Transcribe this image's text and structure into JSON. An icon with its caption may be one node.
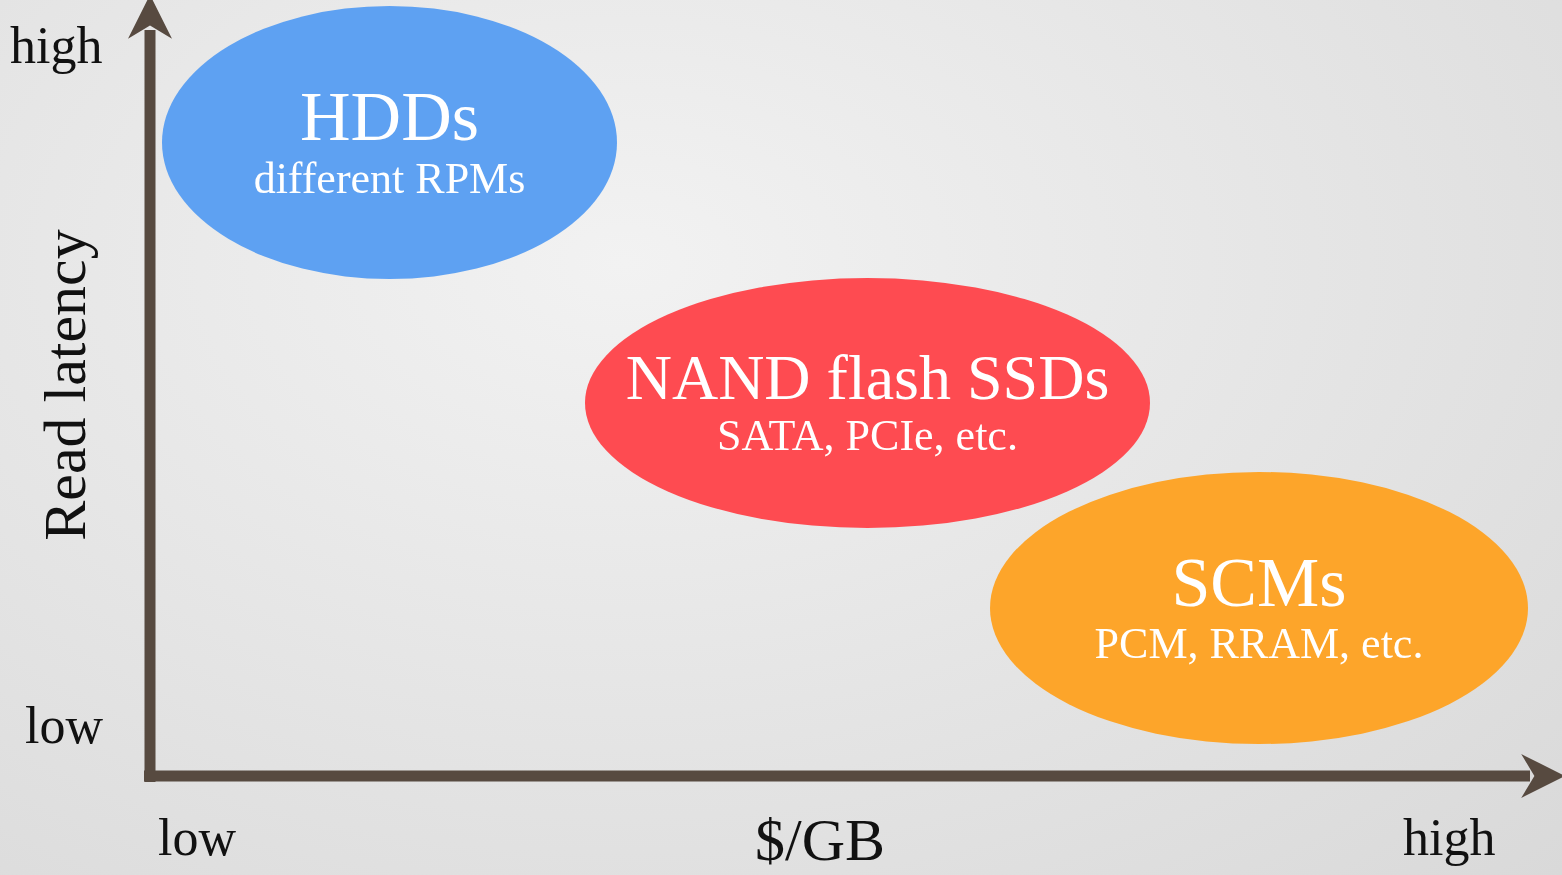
{
  "diagram": {
    "nodes": [
      {
        "text": [
          "HDDs",
          "different RPMs"
        ]
      },
      {
        "text": [
          "NAND flash SSDs",
          "SATA, PCIe, etc."
        ]
      },
      {
        "text": [
          "SCMs",
          "PCM, RRAM, etc."
        ]
      }
    ],
    "labels": [
      "high",
      "Read latency",
      "low",
      "low",
      "$/GB",
      "high"
    ]
  }
}
